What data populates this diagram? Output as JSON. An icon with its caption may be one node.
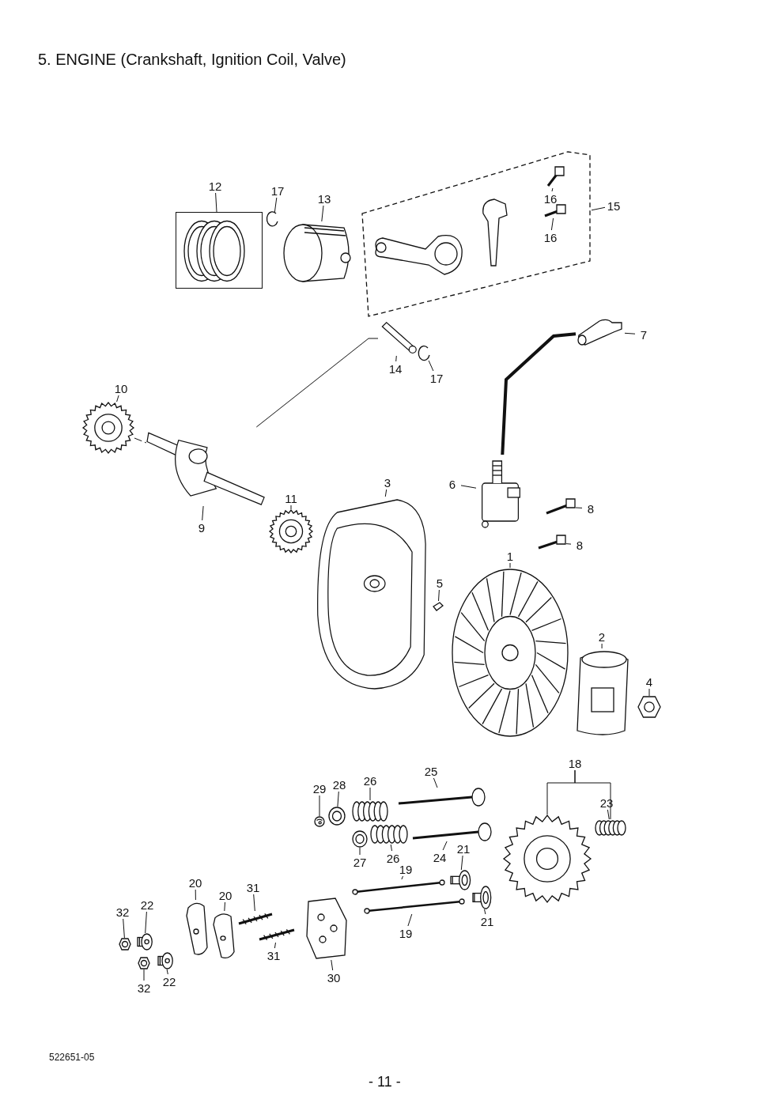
{
  "diagram": {
    "title": "5. ENGINE (Crankshaft, Ignition Coil, Valve)",
    "nodes": [
      {
        "text": [
          "12"
        ]
      },
      {
        "text": [],
        "shape": "box"
      },
      {
        "text": [
          "17"
        ]
      },
      {
        "text": [],
        "shape": "picture"
      },
      {
        "text": [
          "13"
        ]
      },
      {
        "text": [],
        "shape": "picture"
      },
      {
        "text": [],
        "shape": "box"
      },
      {
        "text": [
          "16"
        ],
        "in": 6
      },
      {
        "text": [],
        "shape": "picture",
        "in": 6
      },
      {
        "text": [
          "16"
        ],
        "in": 6
      },
      {
        "text": [],
        "shape": "picture",
        "in": 6
      },
      {
        "text": [],
        "shape": "picture",
        "in": 6
      },
      {
        "text": [
          "15"
        ]
      },
      {
        "text": [
          "14"
        ]
      },
      {
        "text": [],
        "shape": "picture"
      },
      {
        "text": [
          "17"
        ]
      },
      {
        "text": [],
        "shape": "picture"
      },
      {
        "text": [
          "7"
        ]
      },
      {
        "text": [],
        "shape": "picture"
      },
      {
        "text": [
          "10"
        ]
      },
      {
        "text": [],
        "shape": "picture"
      },
      {
        "text": [],
        "shape": "picture"
      },
      {
        "text": [
          "9"
        ]
      },
      {
        "text": [
          "11"
        ]
      },
      {
        "text": [],
        "shape": "picture"
      },
      {
        "text": [
          "3"
        ]
      },
      {
        "text": [],
        "shape": "picture"
      },
      {
        "text": [
          "6"
        ]
      },
      {
        "text": [],
        "shape": "picture"
      },
      {
        "text": [
          "8"
        ]
      },
      {
        "text": [],
        "shape": "picture"
      },
      {
        "text": [
          "8"
        ]
      },
      {
        "text": [],
        "shape": "picture"
      },
      {
        "text": [
          "1"
        ]
      },
      {
        "text": [],
        "shape": "picture"
      },
      {
        "text": [
          "5"
        ]
      },
      {
        "text": [],
        "shape": "picture"
      },
      {
        "text": [
          "2"
        ]
      },
      {
        "text": [],
        "shape": "picture"
      },
      {
        "text": [
          "4"
        ]
      },
      {
        "text": [],
        "shape": "picture"
      },
      {
        "text": [
          "18"
        ]
      },
      {
        "text": [],
        "shape": "picture"
      },
      {
        "text": [
          "25"
        ]
      },
      {
        "text": [],
        "shape": "picture"
      },
      {
        "text": [
          "29"
        ]
      },
      {
        "text": [],
        "shape": "picture"
      },
      {
        "text": [
          "28"
        ]
      },
      {
        "text": [],
        "shape": "picture"
      },
      {
        "text": [
          "26"
        ]
      },
      {
        "text": [],
        "shape": "picture"
      },
      {
        "text": [
          "23"
        ]
      },
      {
        "text": [],
        "shape": "picture"
      },
      {
        "text": [
          "27"
        ]
      },
      {
        "text": [],
        "shape": "picture"
      },
      {
        "text": [
          "26"
        ]
      },
      {
        "text": [],
        "shape": "picture"
      },
      {
        "text": [
          "24"
        ]
      },
      {
        "text": [],
        "shape": "picture"
      },
      {
        "text": [
          "21"
        ]
      },
      {
        "text": [],
        "shape": "picture"
      },
      {
        "text": [
          "19"
        ]
      },
      {
        "text": [],
        "shape": "picture"
      },
      {
        "text": [
          "20"
        ]
      },
      {
        "text": [],
        "shape": "picture"
      },
      {
        "text": [
          "20"
        ]
      },
      {
        "text": [],
        "shape": "picture"
      },
      {
        "text": [
          "31"
        ]
      },
      {
        "text": [],
        "shape": "picture"
      },
      {
        "text": [
          "32"
        ]
      },
      {
        "text": [],
        "shape": "picture"
      },
      {
        "text": [
          "22"
        ]
      },
      {
        "text": [],
        "shape": "picture"
      },
      {
        "text": [
          "19"
        ]
      },
      {
        "text": [],
        "shape": "picture"
      },
      {
        "text": [
          "21"
        ]
      },
      {
        "text": [],
        "shape": "picture"
      },
      {
        "text": [
          "31"
        ]
      },
      {
        "text": [],
        "shape": "picture"
      },
      {
        "text": [
          "30"
        ]
      },
      {
        "text": [],
        "shape": "picture"
      },
      {
        "text": [
          "32"
        ]
      },
      {
        "text": [],
        "shape": "picture"
      },
      {
        "text": [
          "22"
        ]
      },
      {
        "text": [],
        "shape": "picture"
      }
    ],
    "edges": [
      {
        "from": 0,
        "to": 1,
        "arrow": "none"
      },
      {
        "from": 2,
        "to": 3,
        "arrow": "none"
      },
      {
        "from": 4,
        "to": 5,
        "arrow": "none"
      },
      {
        "from": 12,
        "to": 6,
        "arrow": "none"
      },
      {
        "from": 7,
        "to": 8,
        "arrow": "none"
      },
      {
        "from": 9,
        "to": 10,
        "arrow": "none"
      },
      {
        "from": 13,
        "to": 14,
        "arrow": "none"
      },
      {
        "from": 15,
        "to": 16,
        "arrow": "none"
      },
      {
        "from": 17,
        "to": 18,
        "arrow": "none"
      },
      {
        "from": 19,
        "to": 20,
        "arrow": "none"
      },
      {
        "from": 22,
        "to": 21,
        "arrow": "none"
      },
      {
        "from": 23,
        "to": 24,
        "arrow": "none"
      },
      {
        "from": 25,
        "to": 26,
        "arrow": "none"
      },
      {
        "from": 27,
        "to": 28,
        "arrow": "none"
      },
      {
        "from": 29,
        "to": 30,
        "arrow": "none"
      },
      {
        "from": 31,
        "to": 32,
        "arrow": "none"
      },
      {
        "from": 33,
        "to": 34,
        "arrow": "none"
      },
      {
        "from": 35,
        "to": 36,
        "arrow": "none"
      },
      {
        "from": 37,
        "to": 38,
        "arrow": "none"
      },
      {
        "from": 39,
        "to": 40,
        "arrow": "none"
      },
      {
        "from": 41,
        "to": 42,
        "arrow": "none"
      },
      {
        "from": 41,
        "to": 52,
        "arrow": "none"
      },
      {
        "from": 43,
        "to": 44,
        "arrow": "none"
      },
      {
        "from": 45,
        "to": 46,
        "arrow": "none"
      },
      {
        "from": 47,
        "to": 48,
        "arrow": "none"
      },
      {
        "from": 49,
        "to": 50,
        "arrow": "none"
      },
      {
        "from": 51,
        "to": 52,
        "arrow": "none"
      },
      {
        "from": 53,
        "to": 54,
        "arrow": "none"
      },
      {
        "from": 55,
        "to": 56,
        "arrow": "none"
      },
      {
        "from": 57,
        "to": 58,
        "arrow": "none"
      },
      {
        "from": 59,
        "to": 60,
        "arrow": "none"
      },
      {
        "from": 61,
        "to": 62,
        "arrow": "none"
      },
      {
        "from": 63,
        "to": 64,
        "arrow": "none"
      },
      {
        "from": 65,
        "to": 66,
        "arrow": "none"
      },
      {
        "from": 67,
        "to": 68,
        "arrow": "none"
      },
      {
        "from": 69,
        "to": 70,
        "arrow": "none"
      },
      {
        "from": 71,
        "to": 72,
        "arrow": "none"
      },
      {
        "from": 73,
        "to": 74,
        "arrow": "none"
      },
      {
        "from": 75,
        "to": 76,
        "arrow": "none"
      },
      {
        "from": 77,
        "to": 78,
        "arrow": "none"
      },
      {
        "from": 79,
        "to": 80,
        "arrow": "none"
      },
      {
        "from": 81,
        "to": 82,
        "arrow": "none"
      },
      {
        "from": 83,
        "to": 84,
        "arrow": "none"
      },
      {
        "from": 14,
        "to": 21,
        "arrow": "none"
      },
      {
        "from": 20,
        "to": 21,
        "arrow": "none",
        "style": "dashed"
      },
      {
        "from": 28,
        "to": 18,
        "arrow": "none",
        "style": "thick"
      }
    ],
    "labels": [
      "522651-05",
      "- 11 -"
    ]
  }
}
